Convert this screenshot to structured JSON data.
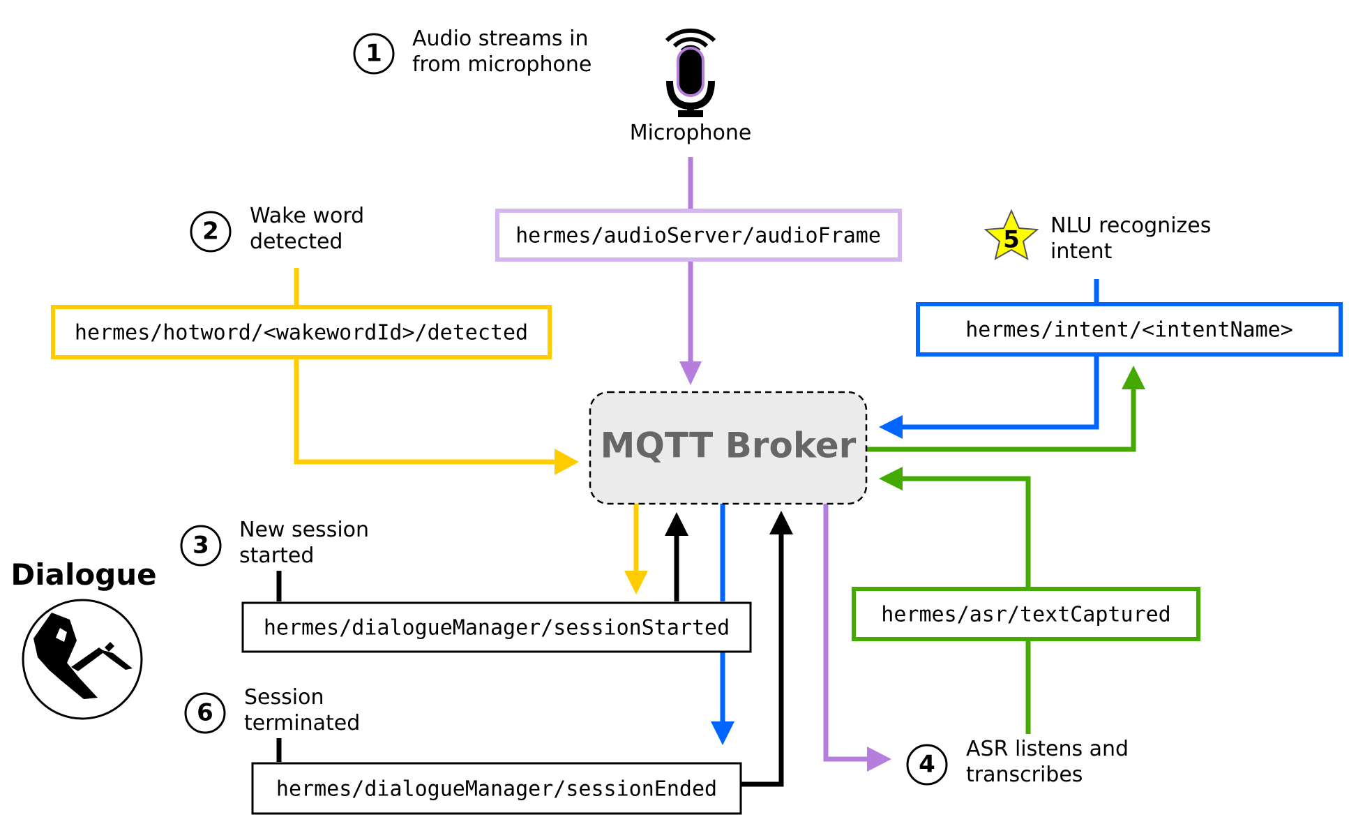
{
  "colors": {
    "purple": "#b57edc",
    "purple_light": "#d3b5f0",
    "yellow": "#ffcc00",
    "blue": "#0066ff",
    "green": "#44aa00",
    "black": "#000000",
    "broker_fill": "#ebebeb",
    "broker_text": "#666666",
    "star_fill": "#ffff00"
  },
  "microphone": {
    "icon": "microphone-icon",
    "label": "Microphone"
  },
  "broker": {
    "label": "MQTT Broker"
  },
  "dialogue": {
    "title": "Dialogue",
    "icon": "dialogue-logo-icon"
  },
  "steps": [
    {
      "number": "1",
      "line1": "Audio streams in",
      "line2": "from microphone"
    },
    {
      "number": "2",
      "line1": "Wake word",
      "line2": "detected"
    },
    {
      "number": "3",
      "line1": "New session",
      "line2": "started"
    },
    {
      "number": "4",
      "line1": "ASR listens and",
      "line2": "transcribes"
    },
    {
      "number": "5",
      "line1": "NLU recognizes",
      "line2": "intent"
    },
    {
      "number": "6",
      "line1": "Session",
      "line2": "terminated"
    }
  ],
  "topics": {
    "audio_frame": "hermes/audioServer/audioFrame",
    "hotword": "hermes/hotword/<wakewordId>/detected",
    "intent": "hermes/intent/<intentName>",
    "session_started": "hermes/dialogueManager/sessionStarted",
    "session_ended": "hermes/dialogueManager/sessionEnded",
    "text_captured": "hermes/asr/textCaptured"
  }
}
